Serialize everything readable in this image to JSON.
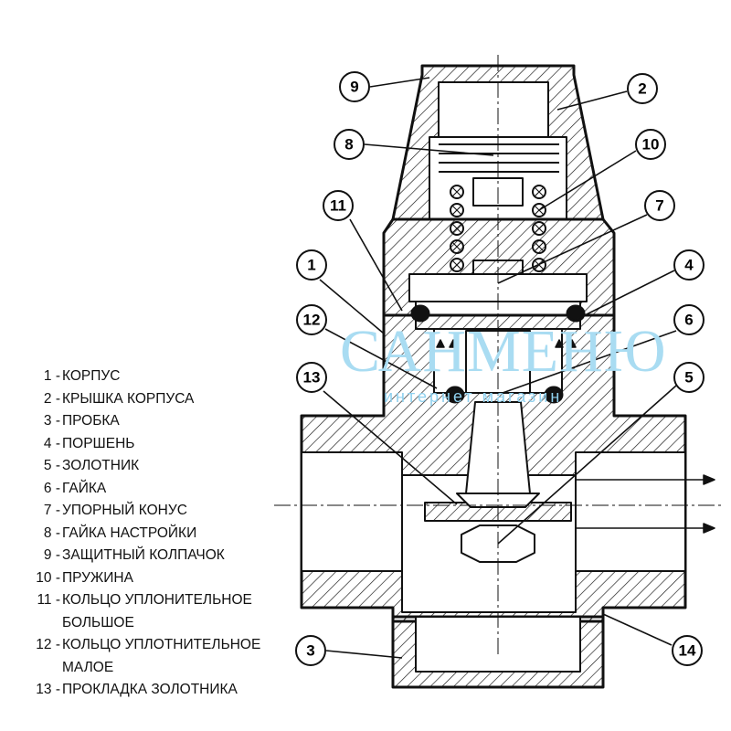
{
  "callouts": [
    "1",
    "2",
    "3",
    "4",
    "5",
    "6",
    "7",
    "8",
    "9",
    "10",
    "11",
    "12",
    "13",
    "14"
  ],
  "legend": [
    {
      "num": "1 -",
      "text": "КОРПУС"
    },
    {
      "num": "2 -",
      "text": "КРЫШКА КОРПУСА"
    },
    {
      "num": "3 -",
      "text": "ПРОБКА"
    },
    {
      "num": "4 -",
      "text": "ПОРШЕНЬ"
    },
    {
      "num": "5 -",
      "text": "ЗОЛОТНИК"
    },
    {
      "num": "6 -",
      "text": "ГАЙКА"
    },
    {
      "num": "7 -",
      "text": "УПОРНЫЙ КОНУС"
    },
    {
      "num": "8 -",
      "text": "ГАЙКА НАСТРОЙКИ"
    },
    {
      "num": "9 -",
      "text": "ЗАЩИТНЫЙ КОЛПАЧОК"
    },
    {
      "num": "10 -",
      "text": "ПРУЖИНА"
    },
    {
      "num": "11 -",
      "text": "КОЛЬЦО УПЛОНИТЕЛЬНОЕ",
      "cont": "БОЛЬШОЕ"
    },
    {
      "num": "12 -",
      "text": "КОЛЬЦО УПЛОТНИТЕЛЬНОЕ",
      "cont": "МАЛОЕ"
    },
    {
      "num": "13 -",
      "text": "ПРОКЛАДКА ЗОЛОТНИКА"
    }
  ],
  "watermark": {
    "brand": "САНМЕНЮ",
    "sub": "интернет магазин"
  }
}
